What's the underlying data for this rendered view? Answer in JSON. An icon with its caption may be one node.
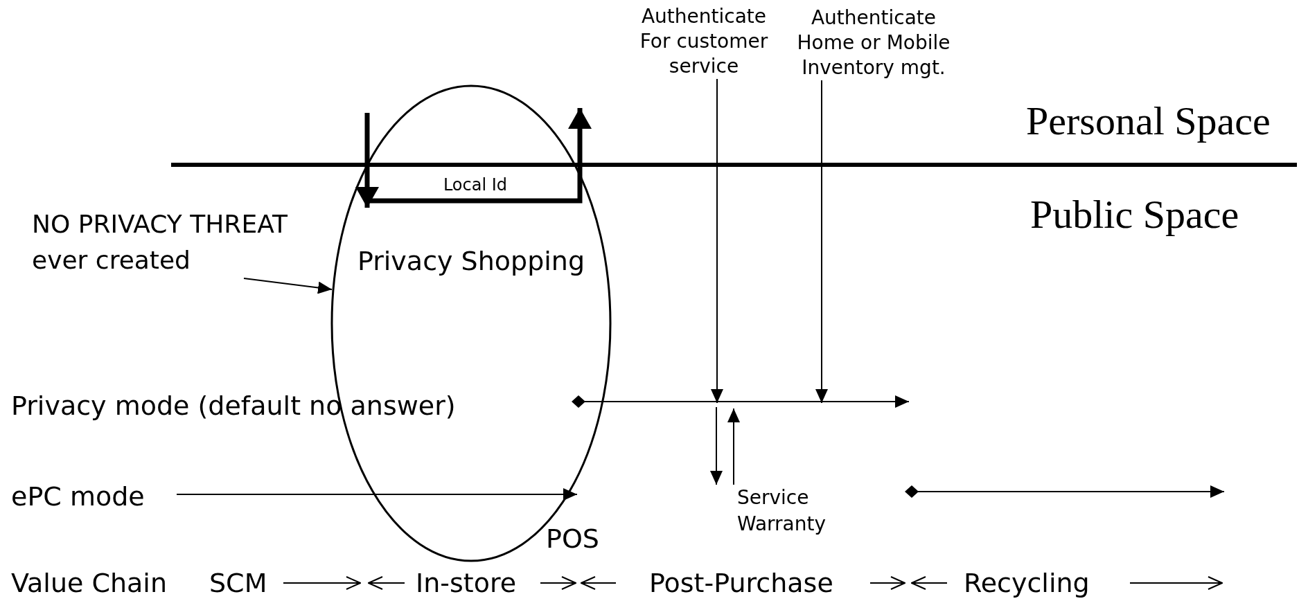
{
  "diagram": {
    "nodes": [
      {
        "text": [
          "Privacy Shopping"
        ]
      },
      {
        "text": [
          "NO PRIVACY THREAT ever created"
        ]
      },
      {
        "text": [
          "Authenticate For customer service"
        ]
      },
      {
        "text": [
          "Authenticate Home or Mobile Inventory mgt."
        ]
      },
      {
        "text": [
          "Service Warranty"
        ]
      }
    ],
    "edges": [
      {
        "from": 1,
        "to": 0,
        "arrow": "to"
      },
      {
        "from": 2,
        "to": null,
        "arrow": "to"
      },
      {
        "from": 3,
        "to": null,
        "arrow": "to"
      },
      {
        "from": null,
        "to": 4,
        "arrow": "to"
      },
      {
        "from": 4,
        "to": null,
        "arrow": "to"
      }
    ],
    "labels": [
      "Personal Space",
      "Local Id",
      "Public Space",
      "Privacy mode (default no answer)",
      "ePC mode",
      "POS",
      "Value Chain",
      "SCM",
      "In-store",
      "Post-Purchase",
      "Recycling"
    ]
  }
}
